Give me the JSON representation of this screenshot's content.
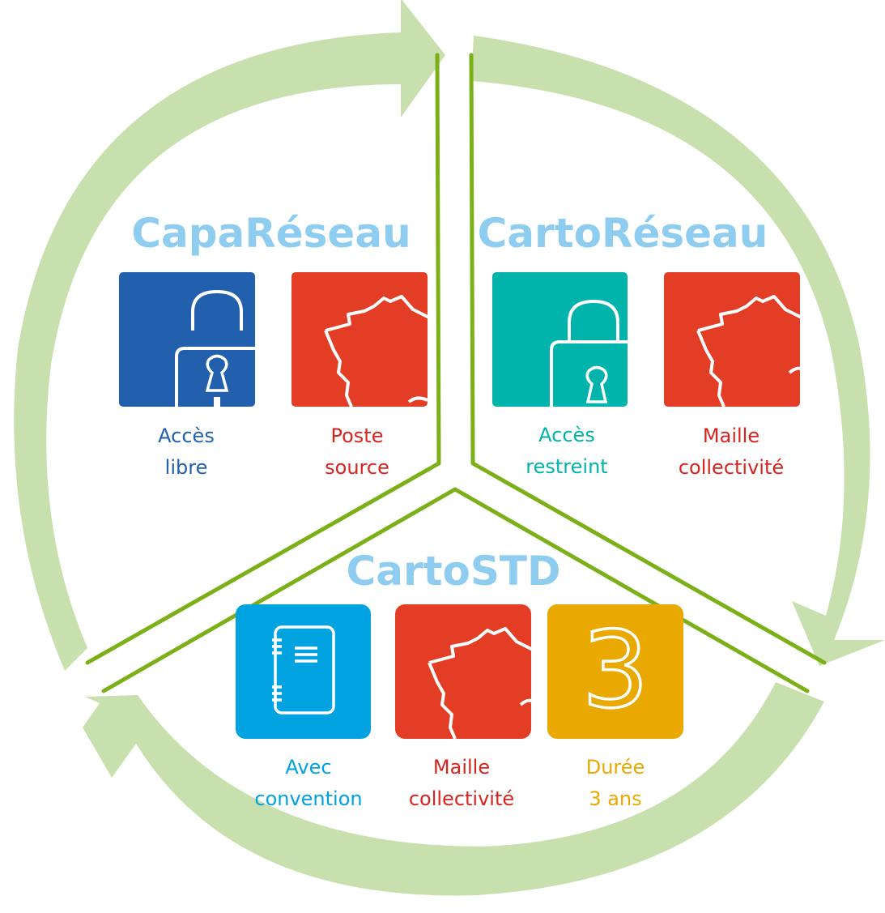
{
  "colors": {
    "ring": "#c8dfae",
    "divider": "#7cb018",
    "title": "#8ecdf0",
    "blue": "#225fac",
    "red": "#e33d25",
    "teal": "#00b3ab",
    "cyan": "#00a3df",
    "orange": "#e9a900",
    "red_text": "#d8231f"
  },
  "sections": {
    "capa": {
      "title": "CapaRéseau",
      "tiles": [
        {
          "icon": "open-padlock-icon",
          "line1": "Accès",
          "line2": "libre"
        },
        {
          "icon": "france-map-icon",
          "line1": "Poste",
          "line2": "source"
        }
      ]
    },
    "carto": {
      "title": "CartoRéseau",
      "tiles": [
        {
          "icon": "closed-padlock-icon",
          "line1": "Accès",
          "line2": "restreint"
        },
        {
          "icon": "france-map-icon",
          "line1": "Maille",
          "line2": "collectivité"
        }
      ]
    },
    "std": {
      "title": "CartoSTD",
      "tiles": [
        {
          "icon": "notebook-icon",
          "line1": "Avec",
          "line2": "convention"
        },
        {
          "icon": "france-map-icon",
          "line1": "Maille",
          "line2": "collectivité"
        },
        {
          "icon": "number-three-icon",
          "glyph": "3",
          "line1": "Durée",
          "line2": "3 ans"
        }
      ]
    }
  }
}
